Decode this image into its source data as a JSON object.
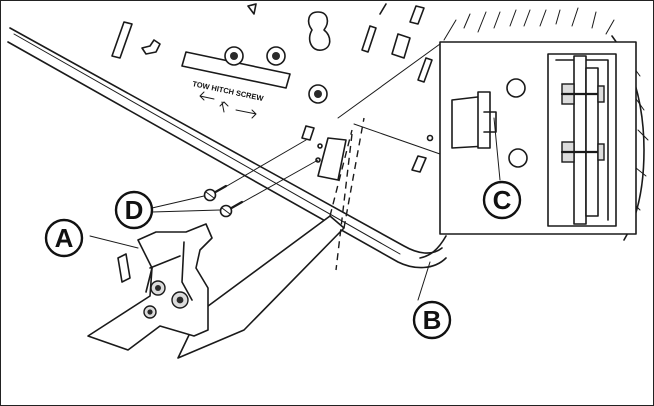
{
  "diagram": {
    "callouts": [
      {
        "id": "A",
        "label": "A"
      },
      {
        "id": "B",
        "label": "B"
      },
      {
        "id": "C",
        "label": "C"
      },
      {
        "id": "D",
        "label": "D"
      }
    ],
    "panel_sign": "TOW HITCH SCREW"
  },
  "colors": {
    "line": "#1a1a1a",
    "background": "#ffffff"
  }
}
